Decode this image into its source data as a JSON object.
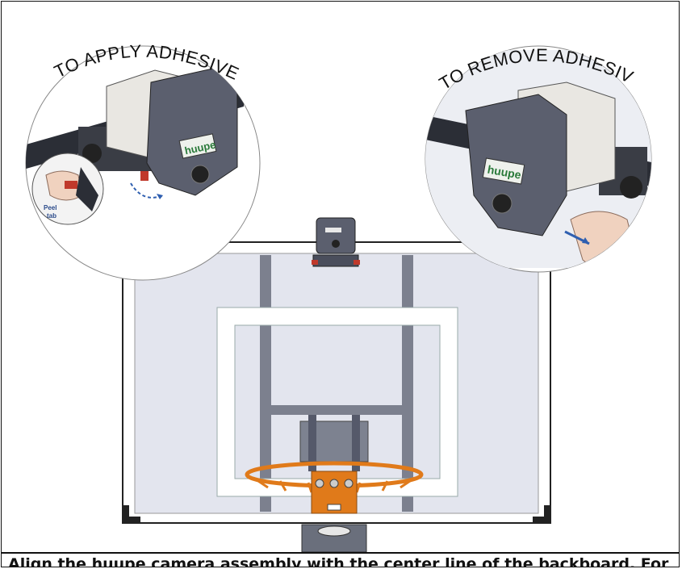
{
  "labels": {
    "apply_title": "TO APPLY ADHESIVE",
    "remove_title": "TO REMOVE ADHESIVE",
    "peel_line1": "Peel",
    "peel_line2": "tab",
    "brand": "huupe"
  },
  "caption": "Align the huupe camera assembly with the center line of the backboard. For",
  "colors": {
    "frame": "#111111",
    "glass": "#e3e5ee",
    "rim": "#e07a1a",
    "camera_body": "#5b5f6e",
    "arrow": "#2f5fb0",
    "peel_tab": "#c0392b"
  }
}
